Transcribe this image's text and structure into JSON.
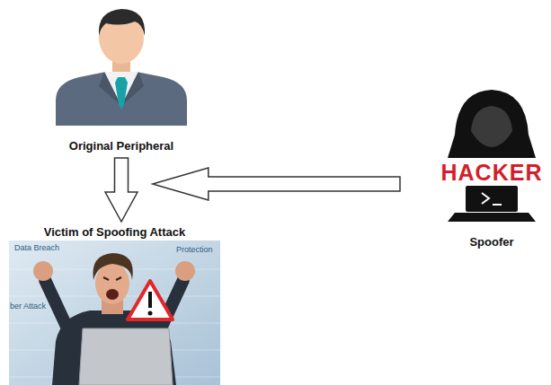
{
  "diagram": {
    "nodes": [
      {
        "text": [
          "Original Peripheral"
        ]
      },
      {
        "text": [
          "Victim of Spoofing Attack"
        ]
      },
      {
        "text": [
          "Spoofer"
        ]
      }
    ],
    "edges": [
      {
        "from": 0,
        "to": 1,
        "arrow": "to"
      },
      {
        "from": 2,
        "to": 1,
        "arrow": "to"
      }
    ],
    "labels": [
      "HACKER",
      "Data Breach",
      "ber Attack",
      "Protection"
    ]
  }
}
